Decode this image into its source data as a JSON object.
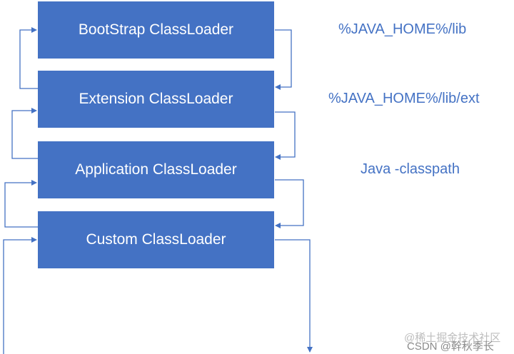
{
  "loaders": [
    {
      "label": "BootStrap ClassLoader"
    },
    {
      "label": "Extension ClassLoader"
    },
    {
      "label": "Application ClassLoader"
    },
    {
      "label": "Custom ClassLoader"
    }
  ],
  "paths": [
    {
      "text": "%JAVA_HOME%/lib"
    },
    {
      "text": "%JAVA_HOME%/lib/ext"
    },
    {
      "text": "Java -classpath"
    }
  ],
  "watermarks": {
    "juejin": "@稀土掘金技术社区",
    "csdn": "CSDN @幹秋季长"
  },
  "colors": {
    "box_fill": "#4472c4",
    "arrow": "#4472c4",
    "path_text": "#4472c4"
  }
}
